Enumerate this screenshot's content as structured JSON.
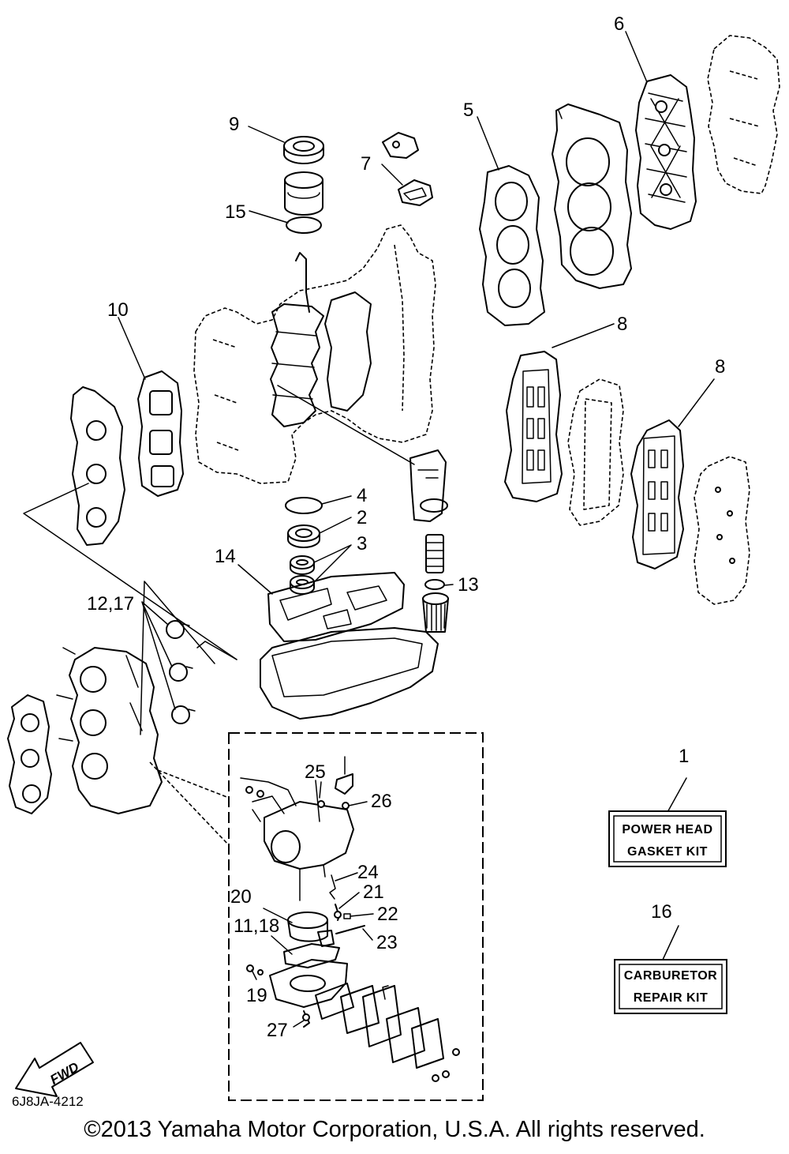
{
  "callouts": {
    "c1": "1",
    "c2": "2",
    "c3": "3",
    "c4": "4",
    "c5": "5",
    "c6": "6",
    "c7": "7",
    "c8a": "8",
    "c8b": "8",
    "c9": "9",
    "c10": "10",
    "c11_18": "11,18",
    "c12_17": "12,17",
    "c13": "13",
    "c14": "14",
    "c15": "15",
    "c16": "16",
    "c19": "19",
    "c20": "20",
    "c21": "21",
    "c22": "22",
    "c23": "23",
    "c24": "24",
    "c25": "25",
    "c26": "26",
    "c27": "27"
  },
  "kits": {
    "power_head": {
      "line1": "POWER HEAD",
      "line2": "GASKET KIT"
    },
    "carburetor": {
      "line1": "CARBURETOR",
      "line2": "REPAIR KIT"
    }
  },
  "fwd_label": "FWD",
  "diagram_code": "6J8JA-4212",
  "copyright": "©2013 Yamaha Motor Corporation, U.S.A. All rights reserved."
}
